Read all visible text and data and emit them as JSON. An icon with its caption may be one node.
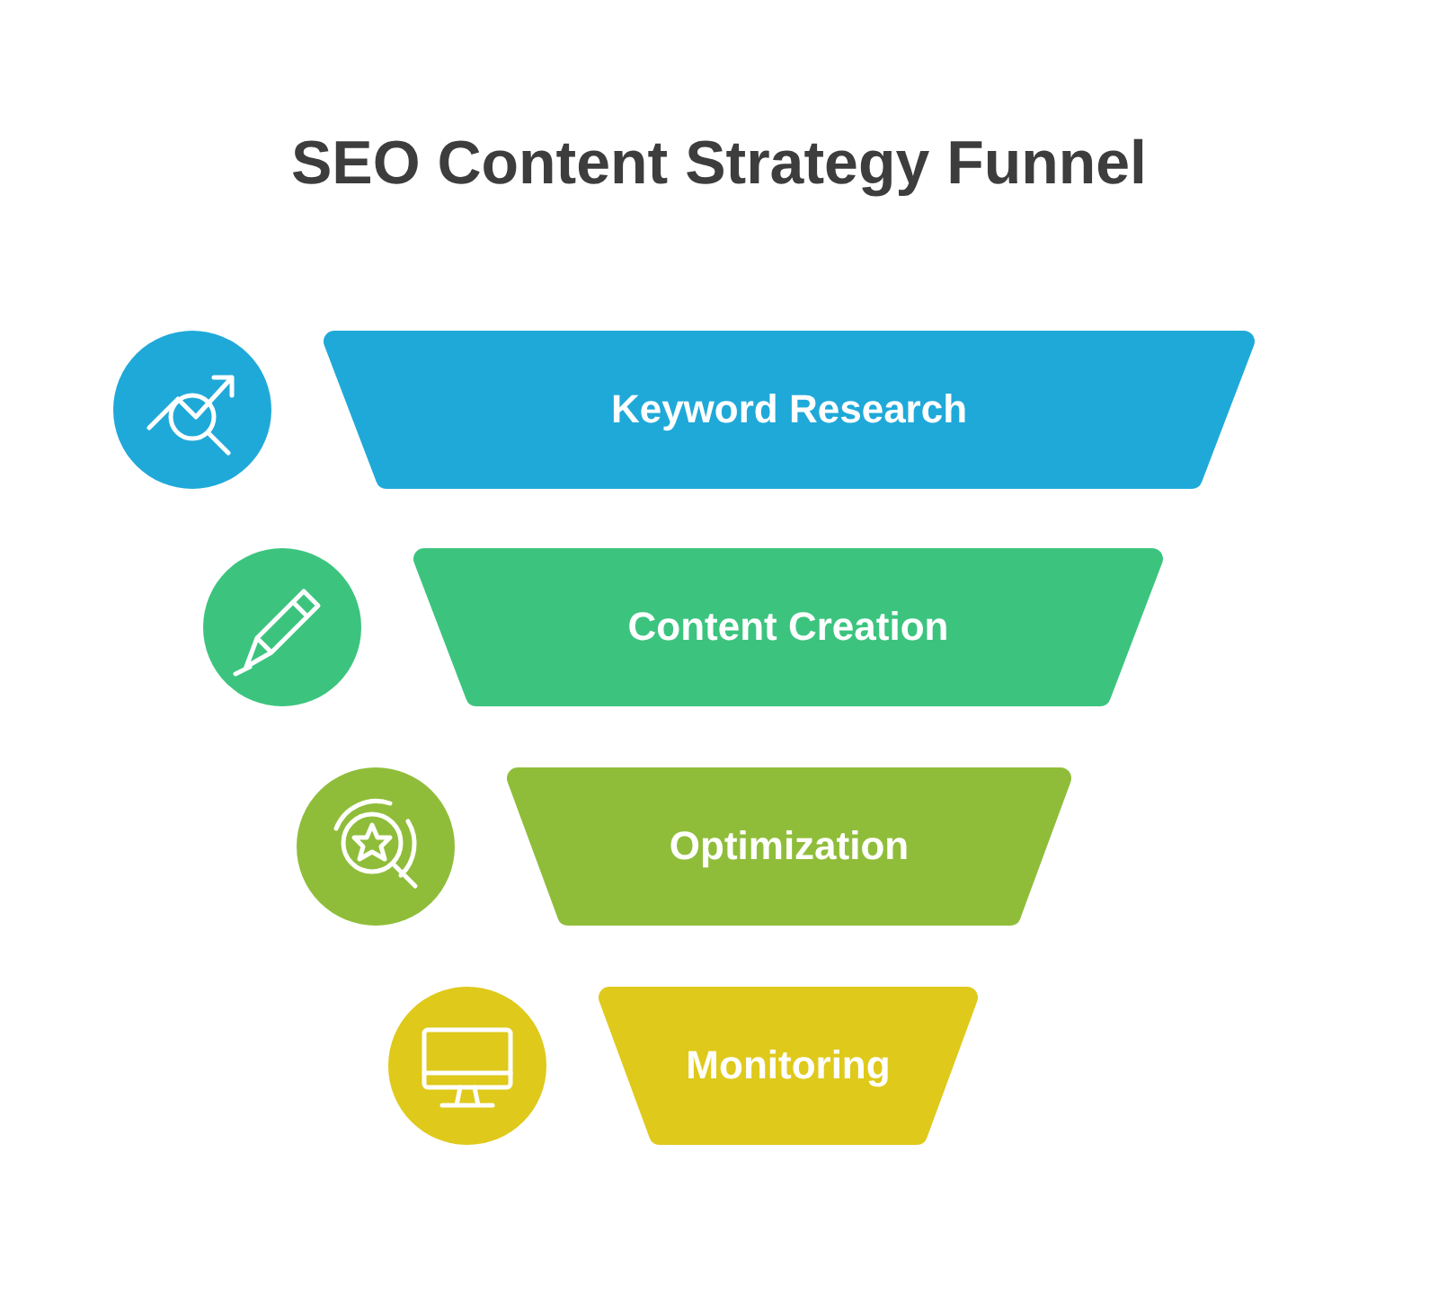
{
  "diagram": {
    "title": "SEO Content Strategy Funnel",
    "nodes": [
      {
        "text": [
          "Keyword Research"
        ]
      },
      {
        "text": [
          "Content Creation"
        ]
      },
      {
        "text": [
          "Optimization"
        ]
      },
      {
        "text": [
          "Monitoring"
        ]
      }
    ]
  }
}
